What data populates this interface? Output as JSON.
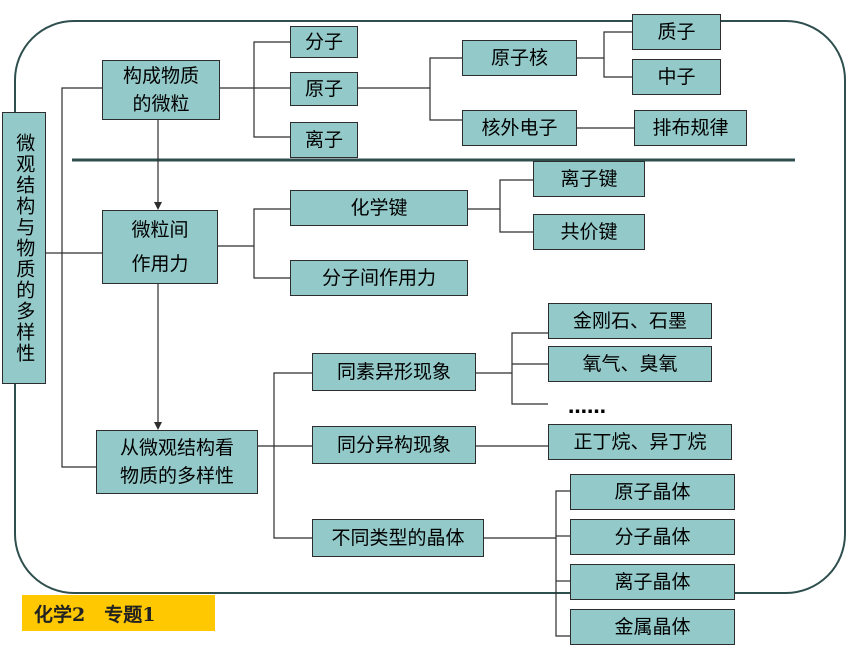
{
  "side_title": "微观结构与物质的多样性",
  "particles": {
    "label": "构成物质\n的微粒",
    "molecule": "分子",
    "atom": "原子",
    "ion": "离子",
    "nucleus": "原子核",
    "proton": "质子",
    "neutron": "中子",
    "extranuclear_electron": "核外电子",
    "arrangement_rule": "排布规律"
  },
  "interaction": {
    "label": "微粒间\n作用力",
    "chemical_bond": "化学键",
    "ionic_bond": "离子键",
    "covalent_bond": "共价键",
    "intermolecular_force": "分子间作用力"
  },
  "diversity": {
    "label": "从微观结构看\n物质的多样性",
    "allotropy": "同素异形现象",
    "diamond_graphite": "金刚石、石墨",
    "oxygen_ozone": "氧气、臭氧",
    "ellipsis": "……",
    "isomerism": "同分异构现象",
    "butane_isobutane": "正丁烷、异丁烷",
    "crystal_types": "不同类型的晶体",
    "atomic_crystal": "原子晶体",
    "molecular_crystal": "分子晶体",
    "ionic_crystal": "离子晶体",
    "metallic_crystal": "金属晶体"
  },
  "footer_badge": "化学2　专题1",
  "colors": {
    "box_fill": "#93c9c9",
    "badge": "#ffc800",
    "line": "#2f4f4f"
  }
}
